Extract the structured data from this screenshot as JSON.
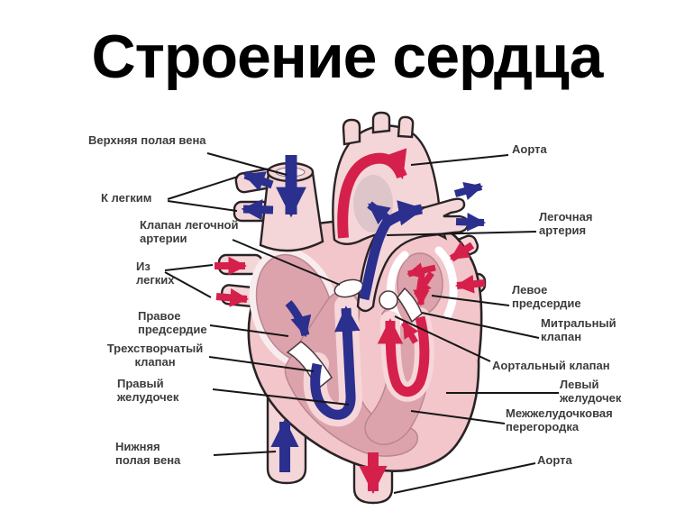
{
  "title": "Строение сердца",
  "labels": {
    "left": [
      {
        "id": "superior-vena-cava",
        "text": "Верхняя полая вена"
      },
      {
        "id": "to-lungs",
        "text": "К легким"
      },
      {
        "id": "pulmonary-artery-valve",
        "text": "Клапан легочной\nартерии"
      },
      {
        "id": "from-lungs",
        "text": "Из\nлегких"
      },
      {
        "id": "right-atrium",
        "text": "Правое\nпредсердие"
      },
      {
        "id": "tricuspid-valve",
        "text": "Трехстворчатый\nклапан"
      },
      {
        "id": "right-ventricle",
        "text": "Правый\nжелудочек"
      },
      {
        "id": "inferior-vena-cava",
        "text": "Нижняя\nполая вена"
      }
    ],
    "right": [
      {
        "id": "aorta-top",
        "text": "Аорта"
      },
      {
        "id": "pulmonary-artery",
        "text": "Легочная\nартерия"
      },
      {
        "id": "left-atrium",
        "text": "Левое\nпредсердие"
      },
      {
        "id": "mitral-valve",
        "text": "Митральный\nклапан"
      },
      {
        "id": "aortic-valve",
        "text": "Аортальный клапан"
      },
      {
        "id": "left-ventricle",
        "text": "Левый\nжелудочек"
      },
      {
        "id": "interventricular-septum",
        "text": "Межжелудочковая\nперегородка"
      },
      {
        "id": "aorta-bottom",
        "text": "Аорта"
      }
    ]
  },
  "colors": {
    "background": "#ffffff",
    "title_text": "#000000",
    "label_text": "#3c3c3c",
    "leader_line": "#161616",
    "outline": "#2a2326",
    "heart_body": "#f2c6ca",
    "vessel": "#f4d6d9",
    "vessel_inner_rim": "#fbeef0",
    "chamber": "#dda3ac",
    "flow_channel": "#f6d6d9",
    "valve": "#ffffff",
    "venous_blood_arrow": "#2b2f8e",
    "arterial_blood_arrow": "#d5204b"
  }
}
